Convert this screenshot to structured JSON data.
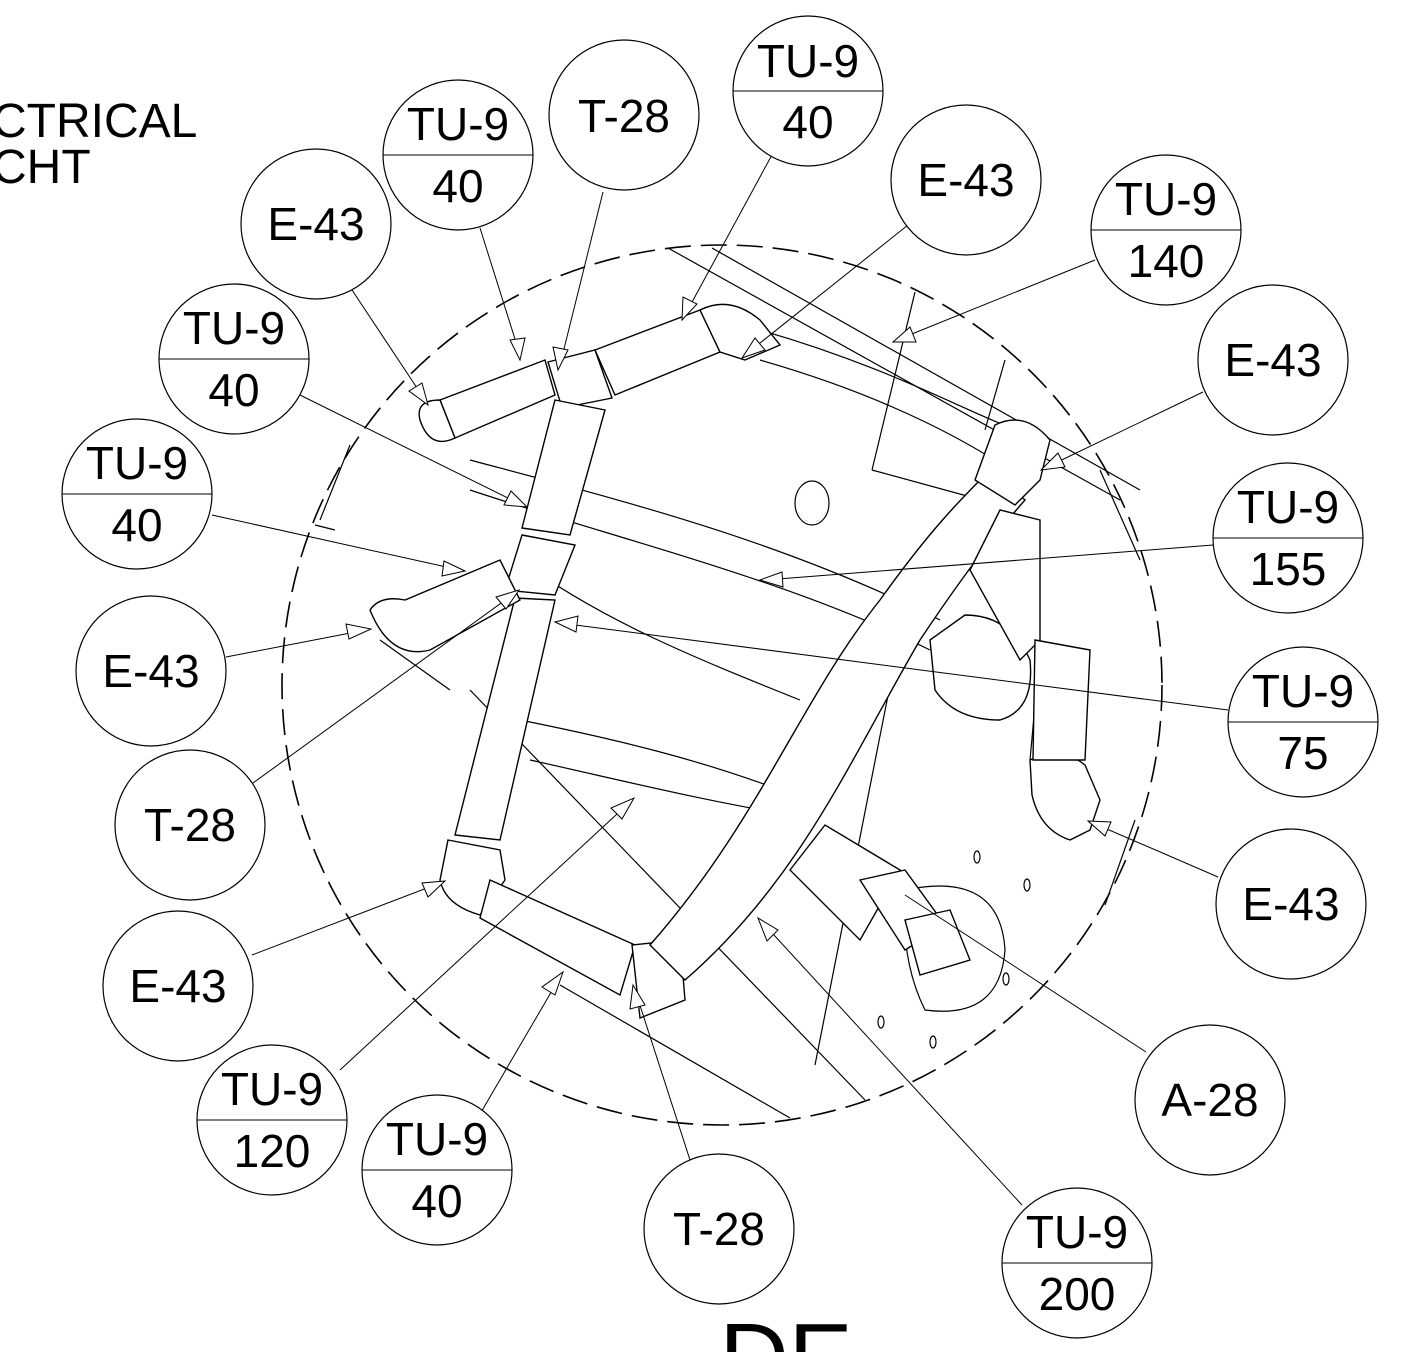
{
  "header": {
    "partial_line1": "CTRICAL",
    "partial_line2": "CHT",
    "bottom_partial": "DE"
  },
  "callouts": [
    {
      "top": "TU-9",
      "bottom": "40"
    },
    {
      "top": "T-28"
    },
    {
      "top": "TU-9",
      "bottom": "40"
    },
    {
      "top": "E-43"
    },
    {
      "top": "TU-9",
      "bottom": "140"
    },
    {
      "top": "E-43"
    },
    {
      "top": "TU-9",
      "bottom": "155"
    },
    {
      "top": "TU-9",
      "bottom": "75"
    },
    {
      "top": "E-43"
    },
    {
      "top": "A-28"
    },
    {
      "top": "TU-9",
      "bottom": "200"
    },
    {
      "top": "T-28"
    },
    {
      "top": "TU-9",
      "bottom": "40"
    },
    {
      "top": "TU-9",
      "bottom": "120"
    },
    {
      "top": "E-43"
    },
    {
      "top": "T-28"
    },
    {
      "top": "E-43"
    },
    {
      "top": "TU-9",
      "bottom": "40"
    },
    {
      "top": "TU-9",
      "bottom": "40"
    },
    {
      "top": "E-43"
    }
  ]
}
